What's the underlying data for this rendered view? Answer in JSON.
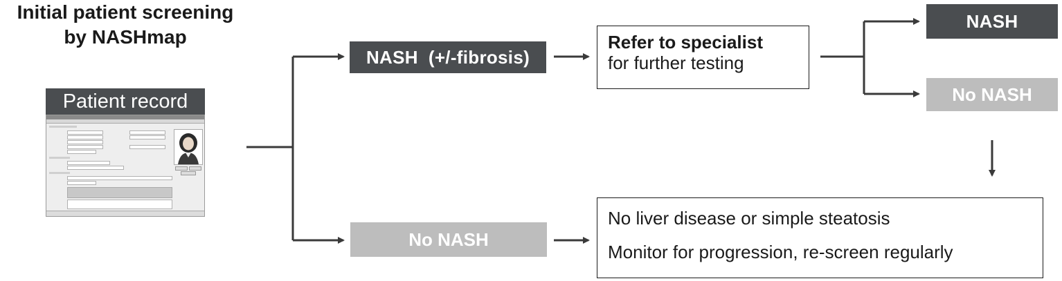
{
  "title": {
    "line1": "Initial patient screening",
    "line2": "by NASHmap"
  },
  "patient_record": {
    "label": "Patient record"
  },
  "boxes": {
    "nash_fibrosis": "NASH  (+/-fibrosis)",
    "no_nash_bottom": "No NASH",
    "refer": {
      "bold": "Refer to specialist",
      "normal": "for further testing"
    },
    "nash_result": "NASH",
    "no_nash_result": "No NASH",
    "no_liver": {
      "line1": "No liver disease or simple steatosis",
      "line2": "Monitor for progression, re-screen regularly"
    }
  },
  "colors": {
    "dark_box": "#4a4d50",
    "light_box": "#bdbdbd",
    "line": "#3a3a3a"
  }
}
